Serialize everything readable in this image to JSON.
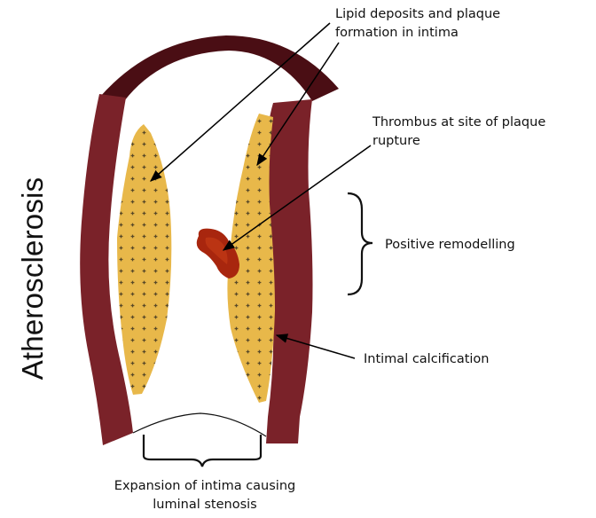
{
  "title": "Atherosclerosis",
  "labels": {
    "lipid": [
      "Lipid deposits and plaque",
      "formation in intima"
    ],
    "thrombus": [
      "Thrombus at site of plaque",
      "rupture"
    ],
    "remodelling": "Positive remodelling",
    "calcification": "Intimal calcification",
    "expansion": [
      "Expansion of intima causing",
      "luminal stenosis"
    ]
  },
  "colors": {
    "vessel_wall": "#7a2229",
    "vessel_wall_top": "#4a0e14",
    "plaque": "#e8b84a",
    "plaque_dots": "#5a4a28",
    "thrombus": "#a8260e",
    "thrombus_core": "#c13a16"
  },
  "icons": [
    "plaque-dot-icon",
    "arrow-icon",
    "curly-brace-icon"
  ]
}
